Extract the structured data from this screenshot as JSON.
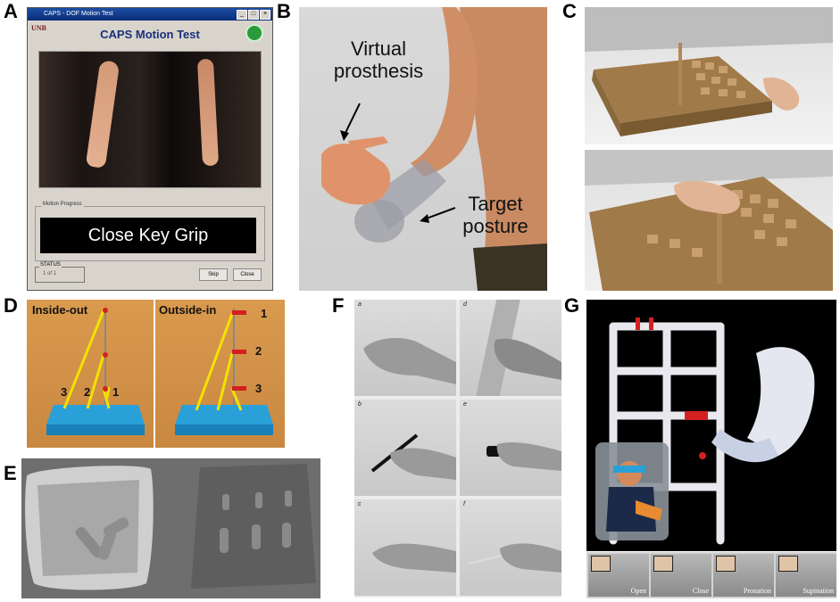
{
  "panel_letters": {
    "a": "A",
    "b": "B",
    "c": "C",
    "d": "D",
    "e": "E",
    "f": "F",
    "g": "G"
  },
  "caps_window": {
    "window_title": "CAPS - DOF Motion Test",
    "app_title": "CAPS Motion Test",
    "logo_text": "UNB",
    "progress_label": "Motion Progress",
    "motion_text": "Close Key Grip",
    "status_label": "STATUS",
    "status_value": "1 of 1",
    "skip_label": "Skip",
    "close_label": "Close"
  },
  "panel_b": {
    "virtual_label": "Virtual prosthesis",
    "target_label": "Target posture"
  },
  "panel_d": {
    "left_title": "Inside-out",
    "right_title": "Outside-in",
    "left_numbers": [
      "3",
      "2",
      "1"
    ],
    "right_numbers": [
      "1",
      "2",
      "3"
    ]
  },
  "panel_f": {
    "labels": [
      "a",
      "d",
      "b",
      "e",
      "c",
      "f"
    ]
  },
  "panel_g": {
    "thumbs": [
      "Open",
      "Close",
      "Pronation",
      "Supination"
    ]
  },
  "colors": {
    "arrow": "#f2e200",
    "wood": "#b89460",
    "skin": "#e8a07a",
    "pipe": "#f2f2f2",
    "accent_red": "#d42020"
  }
}
